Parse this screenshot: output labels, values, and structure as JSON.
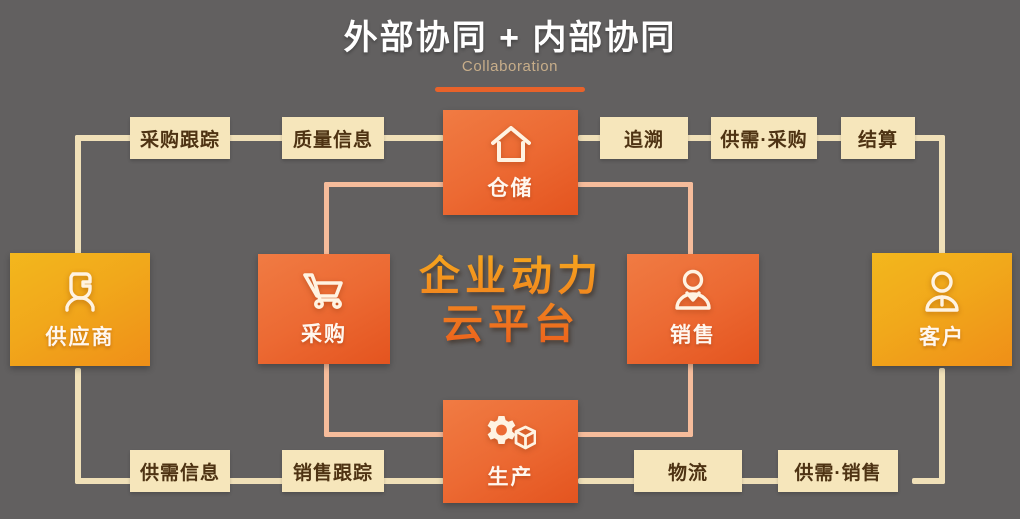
{
  "header": {
    "title": "外部协同 + 内部协同",
    "subtitle": "Collaboration",
    "accent_color": "#e8622a"
  },
  "brand": {
    "line1": "企业动力",
    "line2": "云平台"
  },
  "theme": {
    "background": "#626060",
    "tag_bg": "#f6e6bb",
    "tag_text": "#4e3313",
    "amber_node": "#f1a81b",
    "orange_node": "#ec6a33",
    "outer_line": "#f0e0b8",
    "inner_line": "#f6bc9b"
  },
  "nodes": {
    "supplier": {
      "label": "供应商",
      "icon": "supplier-person-icon",
      "style": "amber"
    },
    "customer": {
      "label": "客户",
      "icon": "customer-person-icon",
      "style": "amber"
    },
    "warehouse": {
      "label": "仓储",
      "icon": "warehouse-house-icon",
      "style": "orange"
    },
    "procurement": {
      "label": "采购",
      "icon": "shopping-cart-icon",
      "style": "orange"
    },
    "sales": {
      "label": "销售",
      "icon": "sales-person-icon",
      "style": "orange"
    },
    "production": {
      "label": "生产",
      "icon": "gear-box-icon",
      "style": "orange"
    }
  },
  "tags": {
    "top_left_1": "采购跟踪",
    "top_left_2": "质量信息",
    "top_right_1": "追溯",
    "top_right_2": "供需·采购",
    "top_right_3": "结算",
    "bottom_left_1": "供需信息",
    "bottom_left_2": "销售跟踪",
    "bottom_right_1": "物流",
    "bottom_right_2": "供需·销售"
  }
}
